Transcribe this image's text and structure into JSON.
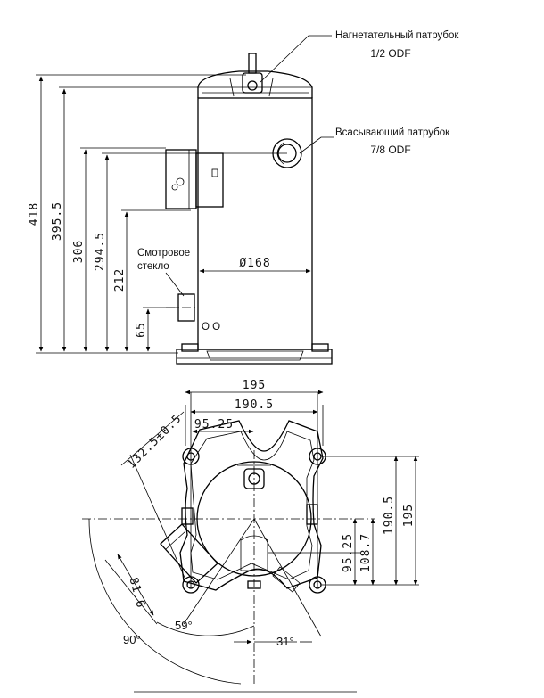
{
  "labels": {
    "discharge_title": "Нагнетательный патрубок",
    "discharge_size": "1/2 ODF",
    "suction_title": "Всасывающий патрубок",
    "suction_size": "7/8 ODF",
    "sight_glass_line1": "Смотровое",
    "sight_glass_line2": "стекло",
    "diameter": "Ø168"
  },
  "side_view_dims": {
    "h418": "418",
    "h395_5": "395.5",
    "h306": "306",
    "h294_5": "294.5",
    "h212": "212",
    "h65": "65"
  },
  "top_view_dims": {
    "w195": "195",
    "w190_5": "190.5",
    "w95_25": "95.25",
    "diag132": "132.5±0.5",
    "v190_5": "190.5",
    "v195": "195",
    "v95_25": "95.25",
    "v108_7": "108.7",
    "d81_6": "81.6"
  },
  "angles": {
    "a90": "90°",
    "a59": "59°",
    "a31": "31°"
  },
  "glyphs": {
    "oo": "O O"
  }
}
